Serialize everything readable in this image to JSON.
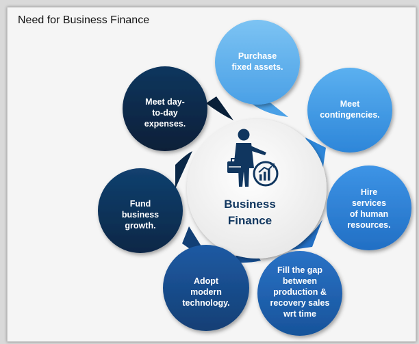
{
  "title": "Need for Business Finance",
  "center": {
    "line1": "Business",
    "line2": "Finance"
  },
  "items": [
    {
      "lines": [
        "Purchase",
        "fixed assets."
      ]
    },
    {
      "lines": [
        "Meet",
        "contingencies."
      ]
    },
    {
      "lines": [
        "Hire",
        "services",
        "of human",
        "resources."
      ]
    },
    {
      "lines": [
        "Fill the gap",
        "between",
        "production &",
        "recovery sales",
        "wrt time"
      ]
    },
    {
      "lines": [
        "Adopt",
        "modern",
        "technology."
      ]
    },
    {
      "lines": [
        "Fund",
        "business",
        "growth."
      ]
    },
    {
      "lines": [
        "Meet day-",
        "to-day",
        "expenses."
      ]
    }
  ],
  "colors": {
    "c1": "#62b0ea",
    "c2": "#3e97e3",
    "c3": "#2c7fd6",
    "c4": "#1f62b0",
    "c5": "#184a8c",
    "c6": "#0e3258",
    "c7": "#0c2a4b",
    "text": "#10365f"
  }
}
